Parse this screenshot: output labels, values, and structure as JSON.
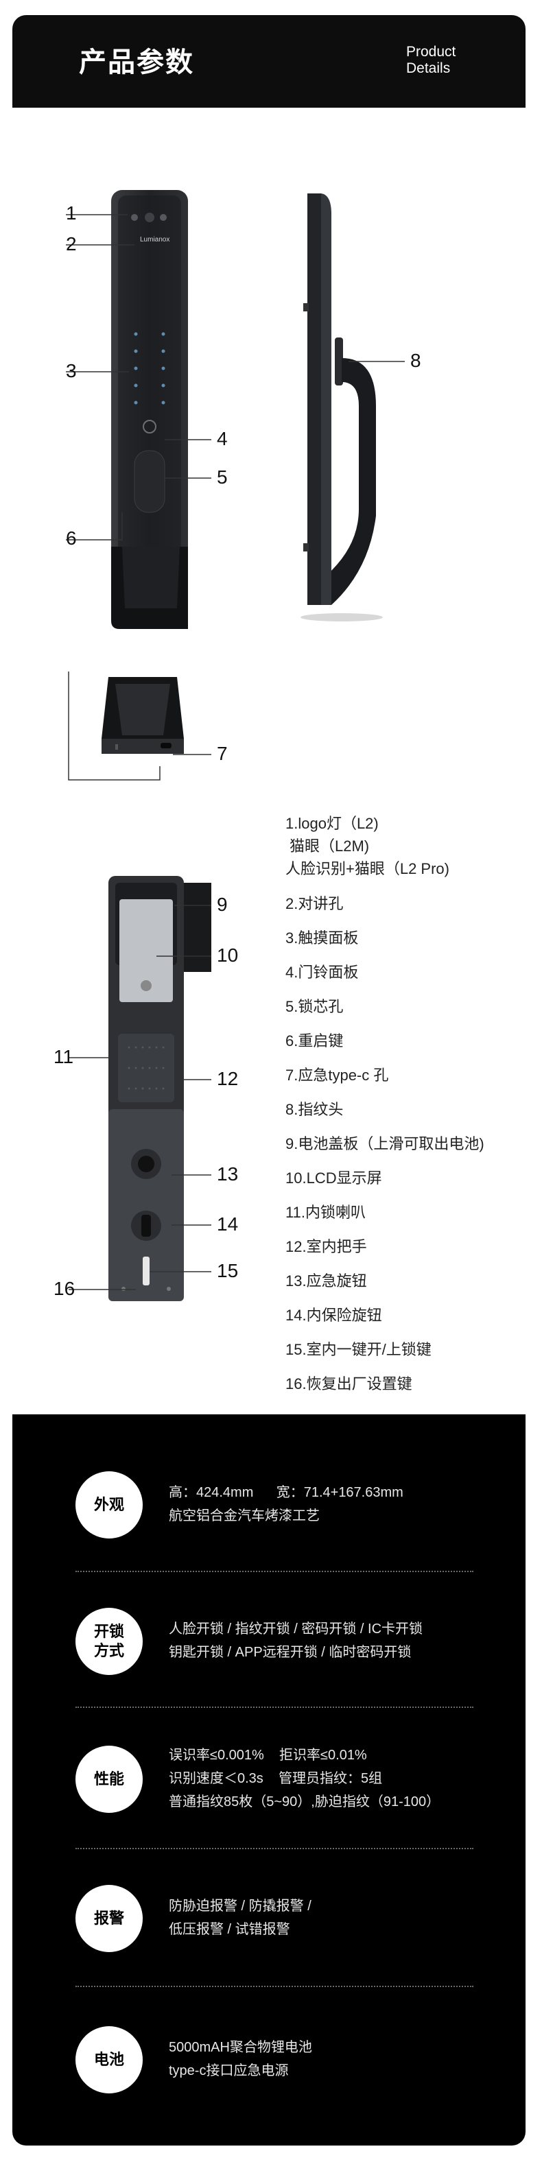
{
  "header": {
    "title": "产品参数",
    "en_line1": "Product",
    "en_line2": "Details"
  },
  "callouts": [
    "1",
    "2",
    "3",
    "4",
    "5",
    "6",
    "7",
    "8",
    "9",
    "10",
    "11",
    "12",
    "13",
    "14",
    "15",
    "16"
  ],
  "brand_text": "Lumianox",
  "spec_items": [
    {
      "line1": "1.logo灯（L2)",
      "line2": "猫眼（L2M)",
      "line3": "人脸识别+猫眼（L2 Pro)"
    },
    {
      "line1": "2.对讲孔"
    },
    {
      "line1": "3.触摸面板"
    },
    {
      "line1": "4.门铃面板"
    },
    {
      "line1": "5.锁芯孔"
    },
    {
      "line1": "6.重启键"
    },
    {
      "line1": "7.应急type-c 孔"
    },
    {
      "line1": "8.指纹头"
    },
    {
      "line1": "9.电池盖板（上滑可取出电池)"
    },
    {
      "line1": "10.LCD显示屏"
    },
    {
      "line1": "11.内锁喇叭"
    },
    {
      "line1": "12.室内把手"
    },
    {
      "line1": "13.应急旋钮"
    },
    {
      "line1": "14.内保险旋钮"
    },
    {
      "line1": "15.室内一键开/上锁键"
    },
    {
      "line1": "16.恢复出厂设置键"
    }
  ],
  "features": [
    {
      "label": "外观",
      "line1": "高：424.4mm      宽：71.4+167.63mm",
      "line2": "航空铝合金汽车烤漆工艺"
    },
    {
      "label_l1": "开锁",
      "label_l2": "方式",
      "line1": "人脸开锁 / 指纹开锁 / 密码开锁 / IC卡开锁",
      "line2": "钥匙开锁 / APP远程开锁 / 临时密码开锁"
    },
    {
      "label": "性能",
      "line1": "误识率≤0.001%    拒识率≤0.01%",
      "line2": "识别速度＜0.3s    管理员指纹：5组",
      "line3": "普通指纹85枚（5~90）,胁迫指纹（91-100）"
    },
    {
      "label": "报警",
      "line1": "防胁迫报警 / 防撬报警 /",
      "line2": "低压报警 / 试错报警"
    },
    {
      "label": "电池",
      "line1": "5000mAH聚合物锂电池",
      "line2": "type-c接口应急电源"
    }
  ],
  "colors": {
    "header_bg": "#0d0d0d",
    "lock_body": "#2a2c30",
    "black_section": "#000000"
  }
}
